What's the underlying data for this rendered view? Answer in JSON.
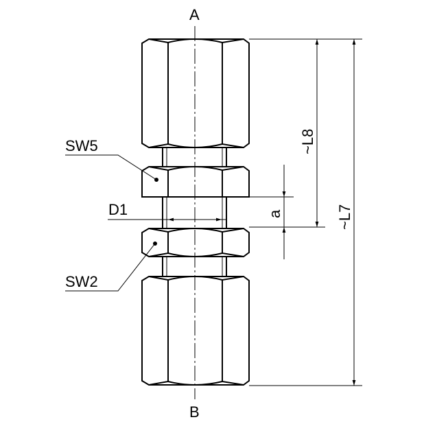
{
  "labels": {
    "top_end": "A",
    "bottom_end": "B",
    "upper_nut": "SW5",
    "lower_nut": "SW2",
    "diameter": "D1",
    "gap": "a",
    "length_partial": "~L8",
    "length_total": "~L7"
  },
  "colors": {
    "line": "#000000",
    "background": "#ffffff"
  }
}
